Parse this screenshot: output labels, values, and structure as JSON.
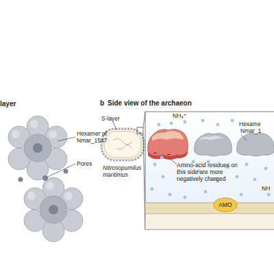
{
  "diagram": {
    "nodes": [
      {
        "text": [
          "AMO"
        ]
      }
    ],
    "labels": [
      "layer",
      "Hexamer of Nmar_1547",
      "Pores",
      "b",
      "Side view of the archaeon",
      "S-layer",
      "Nitrosopumilus maritimus",
      "NH₄⁺",
      "−",
      "−",
      "Amino-acid residues on this side are more negatively charged",
      "Hexame",
      "Nmar_1",
      "NH"
    ]
  }
}
